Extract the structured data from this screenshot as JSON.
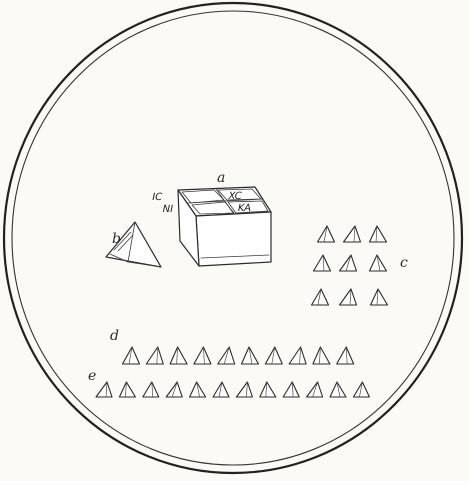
{
  "figure": {
    "labels": {
      "a": "a",
      "b": "b",
      "c": "c",
      "d": "d",
      "e": "e"
    },
    "box_cells": [
      "IC",
      "XC",
      "NI",
      "KA"
    ],
    "colors": {
      "ink": "#2b2b2b",
      "paper": "#fbfaf7"
    }
  }
}
